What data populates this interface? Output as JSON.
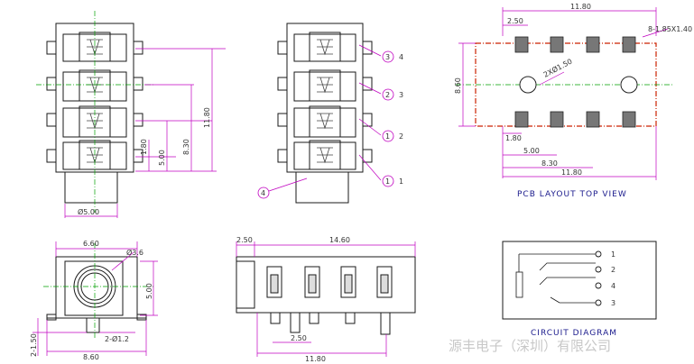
{
  "views": {
    "front": {
      "dims": [
        "1.80",
        "5.00",
        "8.30",
        "11.80"
      ],
      "bottom": "Ø5.00"
    },
    "side": {
      "pins": [
        {
          "circle": "3",
          "num": "4"
        },
        {
          "circle": "2",
          "num": "3"
        },
        {
          "circle": "1",
          "num": "2"
        },
        {
          "circle": "1",
          "num": "1"
        }
      ],
      "lower_circle": "4"
    },
    "pcb": {
      "top": "11.80",
      "left_top": "2.50",
      "pad_size": "8-1.85X1.40",
      "hole": "2XØ1.50",
      "height": "8.60",
      "row_pitch": "1.80",
      "d1": "5.00",
      "d2": "8.30",
      "d3": "11.80",
      "caption": "PCB LAYOUT TOP VIEW"
    },
    "end": {
      "width": "6.60",
      "circle": "Ø3.6",
      "height": "5.00",
      "pin": "2-Ø1.2",
      "left": "2-1.50",
      "bottom": "8.60"
    },
    "bottom": {
      "left": "2.50",
      "length": "14.60",
      "pitch": "2.50",
      "total": "11.80"
    },
    "circuit": {
      "pins": [
        "1",
        "2",
        "4",
        "3"
      ],
      "caption": "CIRCUIT DIAGRAM"
    }
  },
  "watermark": "源丰电子（深圳）有限公司",
  "colors": {
    "outline": "#1a1a1a",
    "dimension": "#c000c0",
    "center": "#00a000",
    "pcb_outline": "#cc2200",
    "caption": "#1a1a8c"
  }
}
